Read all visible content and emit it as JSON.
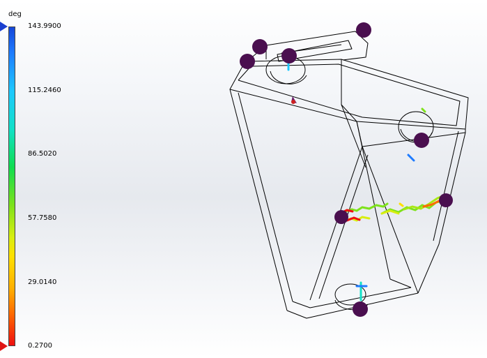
{
  "legend": {
    "unit": "deg",
    "ticks": [
      "143.9900",
      "115.2460",
      "86.5020",
      "57.7580",
      "29.0140",
      "0.2700"
    ],
    "max_marker_color": "#1a3fd0",
    "min_marker_color": "#e01515"
  },
  "model": {
    "edge_color": "#000000",
    "fixture_color": "#4a0f4f"
  }
}
